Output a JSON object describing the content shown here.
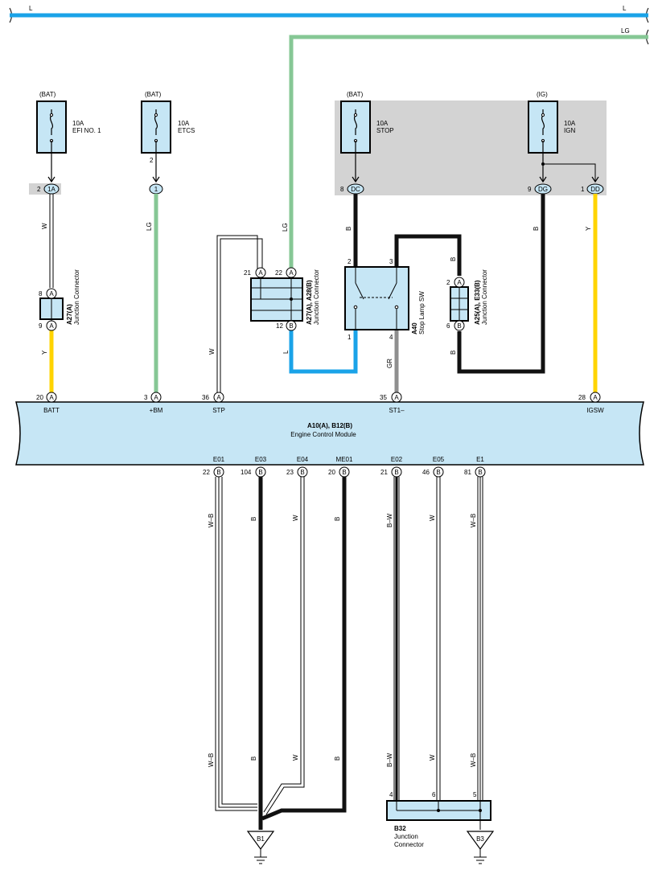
{
  "buses": {
    "top_l": "L",
    "top_lg": "LG"
  },
  "fuses": [
    {
      "source": "(BAT)",
      "amp": "10A",
      "name": "EFI NO. 1",
      "pin": "2",
      "connector": "1A"
    },
    {
      "source": "(BAT)",
      "amp": "10A",
      "name": "ETCS",
      "pin": "2",
      "connector": "1"
    },
    {
      "source": "(BAT)",
      "amp": "10A",
      "name": "STOP",
      "pin": "8",
      "connector": "DC"
    },
    {
      "source": "(IG)",
      "amp": "10A",
      "name": "IGN",
      "pin": "9",
      "connector": "DG"
    }
  ],
  "extra_terminal": {
    "pin": "1",
    "connector": "DD"
  },
  "ecm": {
    "id": "A10(A), B12(B)",
    "name": "Engine Control Module",
    "top_pins": [
      {
        "pin": "20",
        "conn": "A",
        "label": "BATT"
      },
      {
        "pin": "3",
        "conn": "A",
        "label": "+BM"
      },
      {
        "pin": "36",
        "conn": "A",
        "label": "STP"
      },
      {
        "pin": "35",
        "conn": "A",
        "label": "ST1–"
      },
      {
        "pin": "28",
        "conn": "A",
        "label": "IGSW"
      }
    ],
    "bottom_pins": [
      {
        "pin": "22",
        "conn": "B",
        "label": "E01"
      },
      {
        "pin": "104",
        "conn": "B",
        "label": "E03"
      },
      {
        "pin": "23",
        "conn": "B",
        "label": "E04"
      },
      {
        "pin": "20",
        "conn": "B",
        "label": "ME01"
      },
      {
        "pin": "21",
        "conn": "B",
        "label": "E02"
      },
      {
        "pin": "46",
        "conn": "B",
        "label": "E05"
      },
      {
        "pin": "81",
        "conn": "B",
        "label": "E1"
      }
    ]
  },
  "wire_colors": {
    "w1": "W",
    "y1": "Y",
    "lg1": "LG",
    "w_stp": "W",
    "lg2": "LG",
    "l1": "L",
    "b1": "B",
    "gr": "GR",
    "b2_top": "B",
    "b2_bot": "B",
    "b3": "B",
    "y2": "Y",
    "g_e01_a": "W–B",
    "g_e03_a": "B",
    "g_e04_a": "W",
    "g_me01_a": "B",
    "g_e02_a": "B–W",
    "g_e05_a": "W",
    "g_e1_a": "W–B",
    "g_e01_b": "W–B",
    "g_e03_b": "B",
    "g_e04_b": "W",
    "g_me01_b": "B",
    "g_e02_b": "B–W",
    "g_e05_b": "W",
    "g_e1_b": "W–B"
  },
  "junctions": {
    "a27a": {
      "id": "A27(A)",
      "name": "Junction Connector",
      "pin_top": "8",
      "conn_top": "A",
      "pin_bot": "9",
      "conn_bot": "A"
    },
    "a27a28": {
      "id": "A27(A), A28(B)",
      "name": "Junction Connector",
      "pin_l": "21",
      "conn_l": "A",
      "pin_t": "22",
      "conn_t": "A",
      "pin_b": "12",
      "conn_b": "B"
    },
    "a25": {
      "id": "A25(A), E33(B)",
      "name": "Junction Connector",
      "pin_top": "2",
      "conn_top": "A",
      "pin_bot": "6",
      "conn_bot": "B"
    },
    "b32": {
      "id": "B32",
      "name_line1": "Junction",
      "name_line2": "Connector",
      "pins": [
        "4",
        "6",
        "5"
      ]
    }
  },
  "stop_sw": {
    "id": "A40",
    "name": "Stop Lamp SW",
    "pin_l": "2",
    "pin_r": "3",
    "pin_bl": "1",
    "pin_br": "4"
  },
  "grounds": [
    "B1",
    "B3"
  ]
}
